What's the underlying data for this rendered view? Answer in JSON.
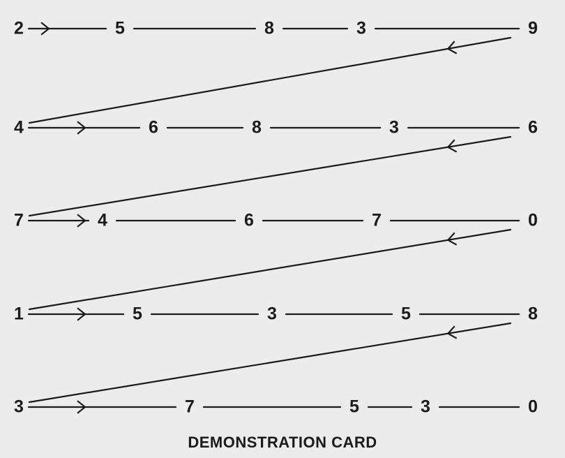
{
  "rows": [
    [
      "2",
      "5",
      "8",
      "3",
      "9"
    ],
    [
      "4",
      "6",
      "8",
      "3",
      "6"
    ],
    [
      "7",
      "4",
      "6",
      "7",
      "0"
    ],
    [
      "1",
      "5",
      "3",
      "5",
      "8"
    ],
    [
      "3",
      "7",
      "5",
      "3",
      "0"
    ]
  ],
  "caption": "DEMONSTRATION CARD",
  "colors": {
    "background": "#ececec",
    "ink": "#1a1a1a"
  }
}
